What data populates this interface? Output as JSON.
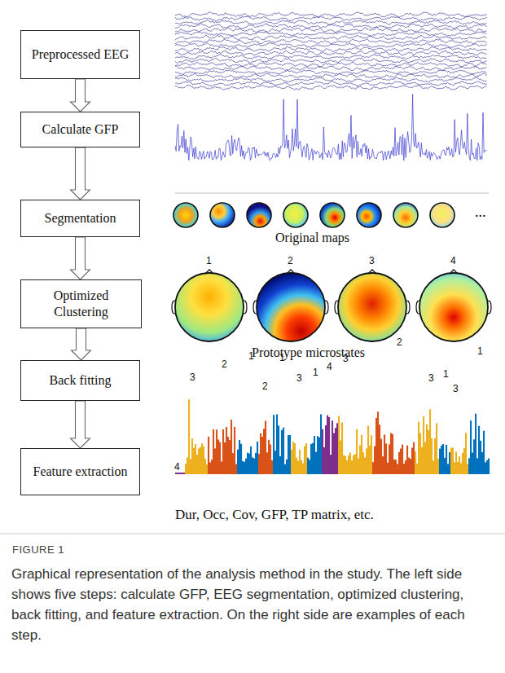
{
  "diagram": {
    "caption": "Graphical representation of the analysis method in the study. The left side shows five steps: calculate GFP, EEG segmentation, optimized clustering, back fitting, and feature extraction. On the right side are examples of each step.",
    "nodes": [
      {
        "text": [
          "Preprocessed EEG"
        ]
      },
      {
        "text": [
          "Calculate GFP"
        ]
      },
      {
        "text": [
          "Segmentation"
        ]
      },
      {
        "text": [
          "Optimized Clustering"
        ]
      },
      {
        "text": [
          "Back fitting"
        ]
      },
      {
        "text": [
          "Feature extraction"
        ]
      }
    ],
    "edges": [
      {
        "from": 0,
        "to": 1,
        "arrow": "to"
      },
      {
        "from": 1,
        "to": 2,
        "arrow": "to"
      },
      {
        "from": 2,
        "to": 3,
        "arrow": "to"
      },
      {
        "from": 3,
        "to": 4,
        "arrow": "to"
      },
      {
        "from": 4,
        "to": 5,
        "arrow": "to"
      }
    ],
    "labels": [
      "...",
      "Original maps",
      "1",
      "2",
      "3",
      "4",
      "Prototype microstates",
      "4",
      "3",
      "2",
      "1",
      "2",
      "1",
      "3",
      "1",
      "4",
      "3",
      "2",
      "3",
      "1",
      "3",
      "1",
      "Dur, Occ, Cov, GFP, TP matrix, etc.",
      "FIGURE 1"
    ]
  }
}
